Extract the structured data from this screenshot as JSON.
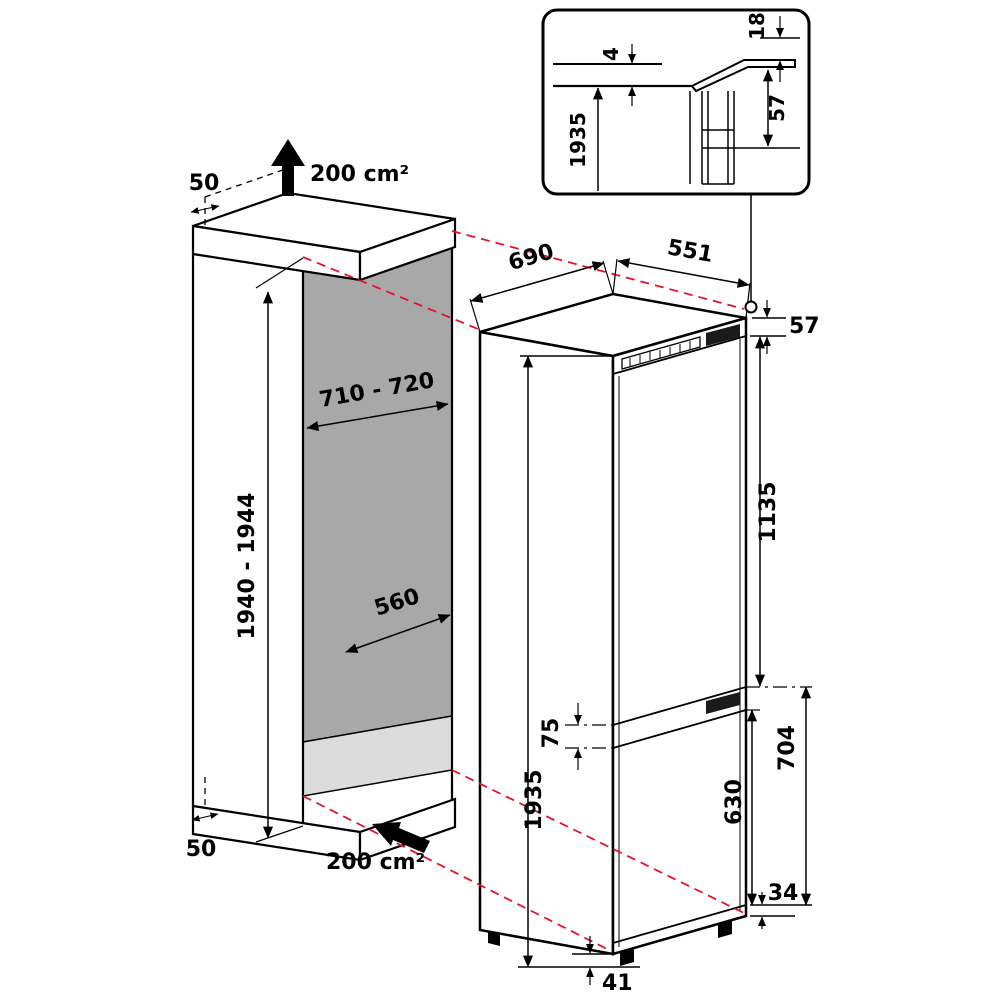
{
  "diagram": {
    "type": "installation-dimension-drawing",
    "subject": "built-in fridge-freezer with recess niche",
    "units": "mm",
    "colors": {
      "line": "#000000",
      "accent_red": "#e8112d",
      "panel_gray": "#a8a8a8",
      "floor_gray": "#dcdcdc",
      "grip_dark": "#1a1a1a"
    },
    "detail_inset": {
      "top_offset": "18",
      "top_gap": "4",
      "hinge_drop": "57",
      "overall_height": "1935"
    },
    "niche": {
      "top_clearance": "50",
      "top_vent_area": "200 cm²",
      "width_range": "710 - 720",
      "height_range": "1940 - 1944",
      "depth": "560",
      "bottom_clearance": "50",
      "bottom_vent_area": "200 cm²"
    },
    "appliance": {
      "depth": "690",
      "width": "551",
      "top_gap": "57",
      "upper_door_height": "1135",
      "door_gap": "75",
      "overall_height": "1935",
      "freezer_door_height": "630",
      "lower_section_height": "704",
      "plinth_height": "34",
      "foot_height": "41"
    }
  }
}
